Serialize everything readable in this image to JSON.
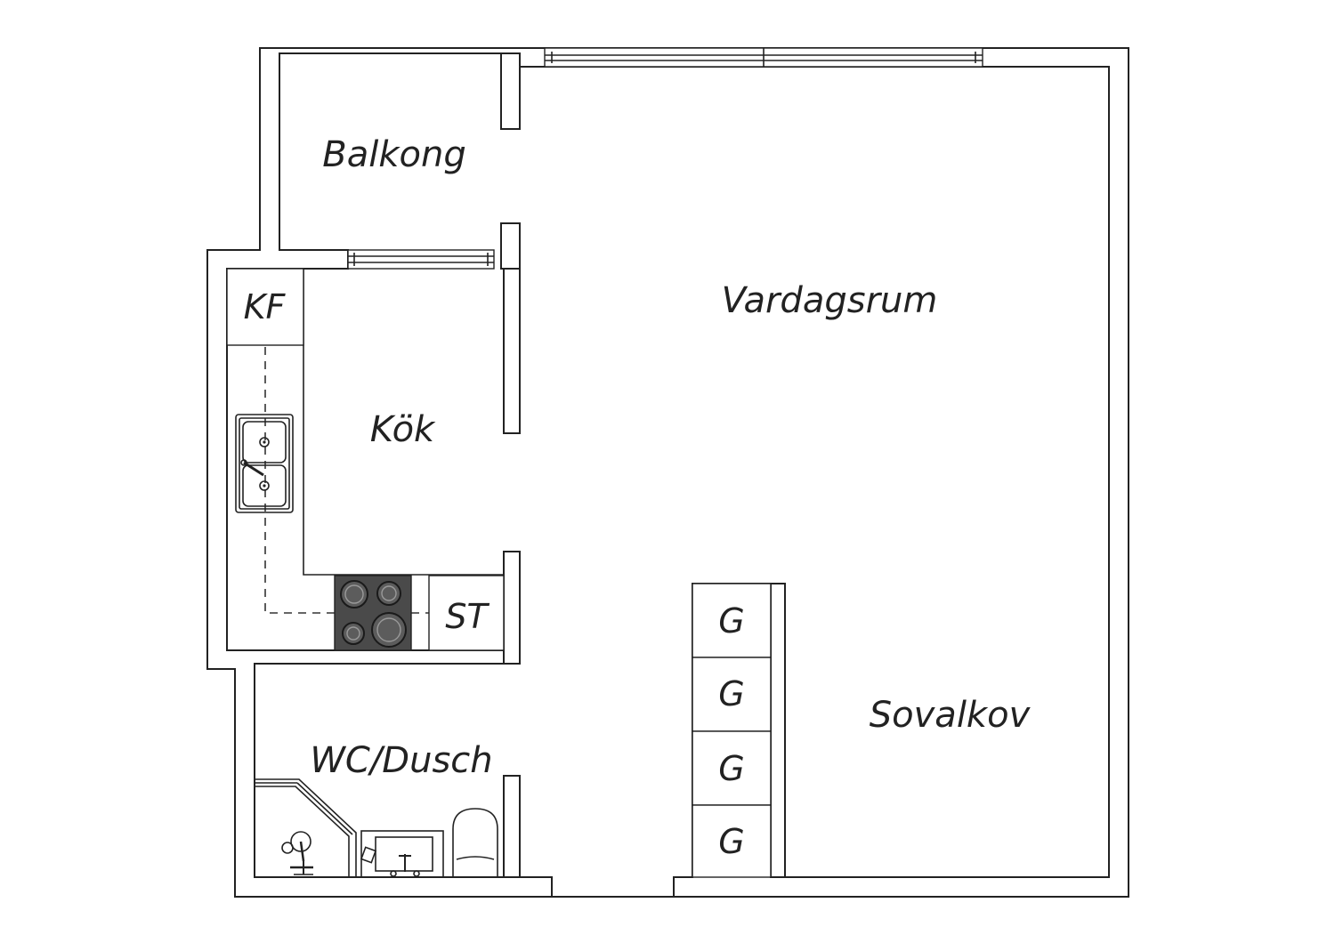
{
  "rooms": {
    "balcony": "Balkong",
    "living_room": "Vardagsrum",
    "kitchen": "Kök",
    "bathroom": "WC/Dusch",
    "sleeping_alcove": "Sovalkov"
  },
  "fixtures": {
    "fridge_freezer": "KF",
    "stove_unit": "ST",
    "wardrobes": [
      "G",
      "G",
      "G",
      "G"
    ]
  },
  "colors": {
    "line": "#222222",
    "background": "#ffffff",
    "stove": "#4a4a4a"
  }
}
